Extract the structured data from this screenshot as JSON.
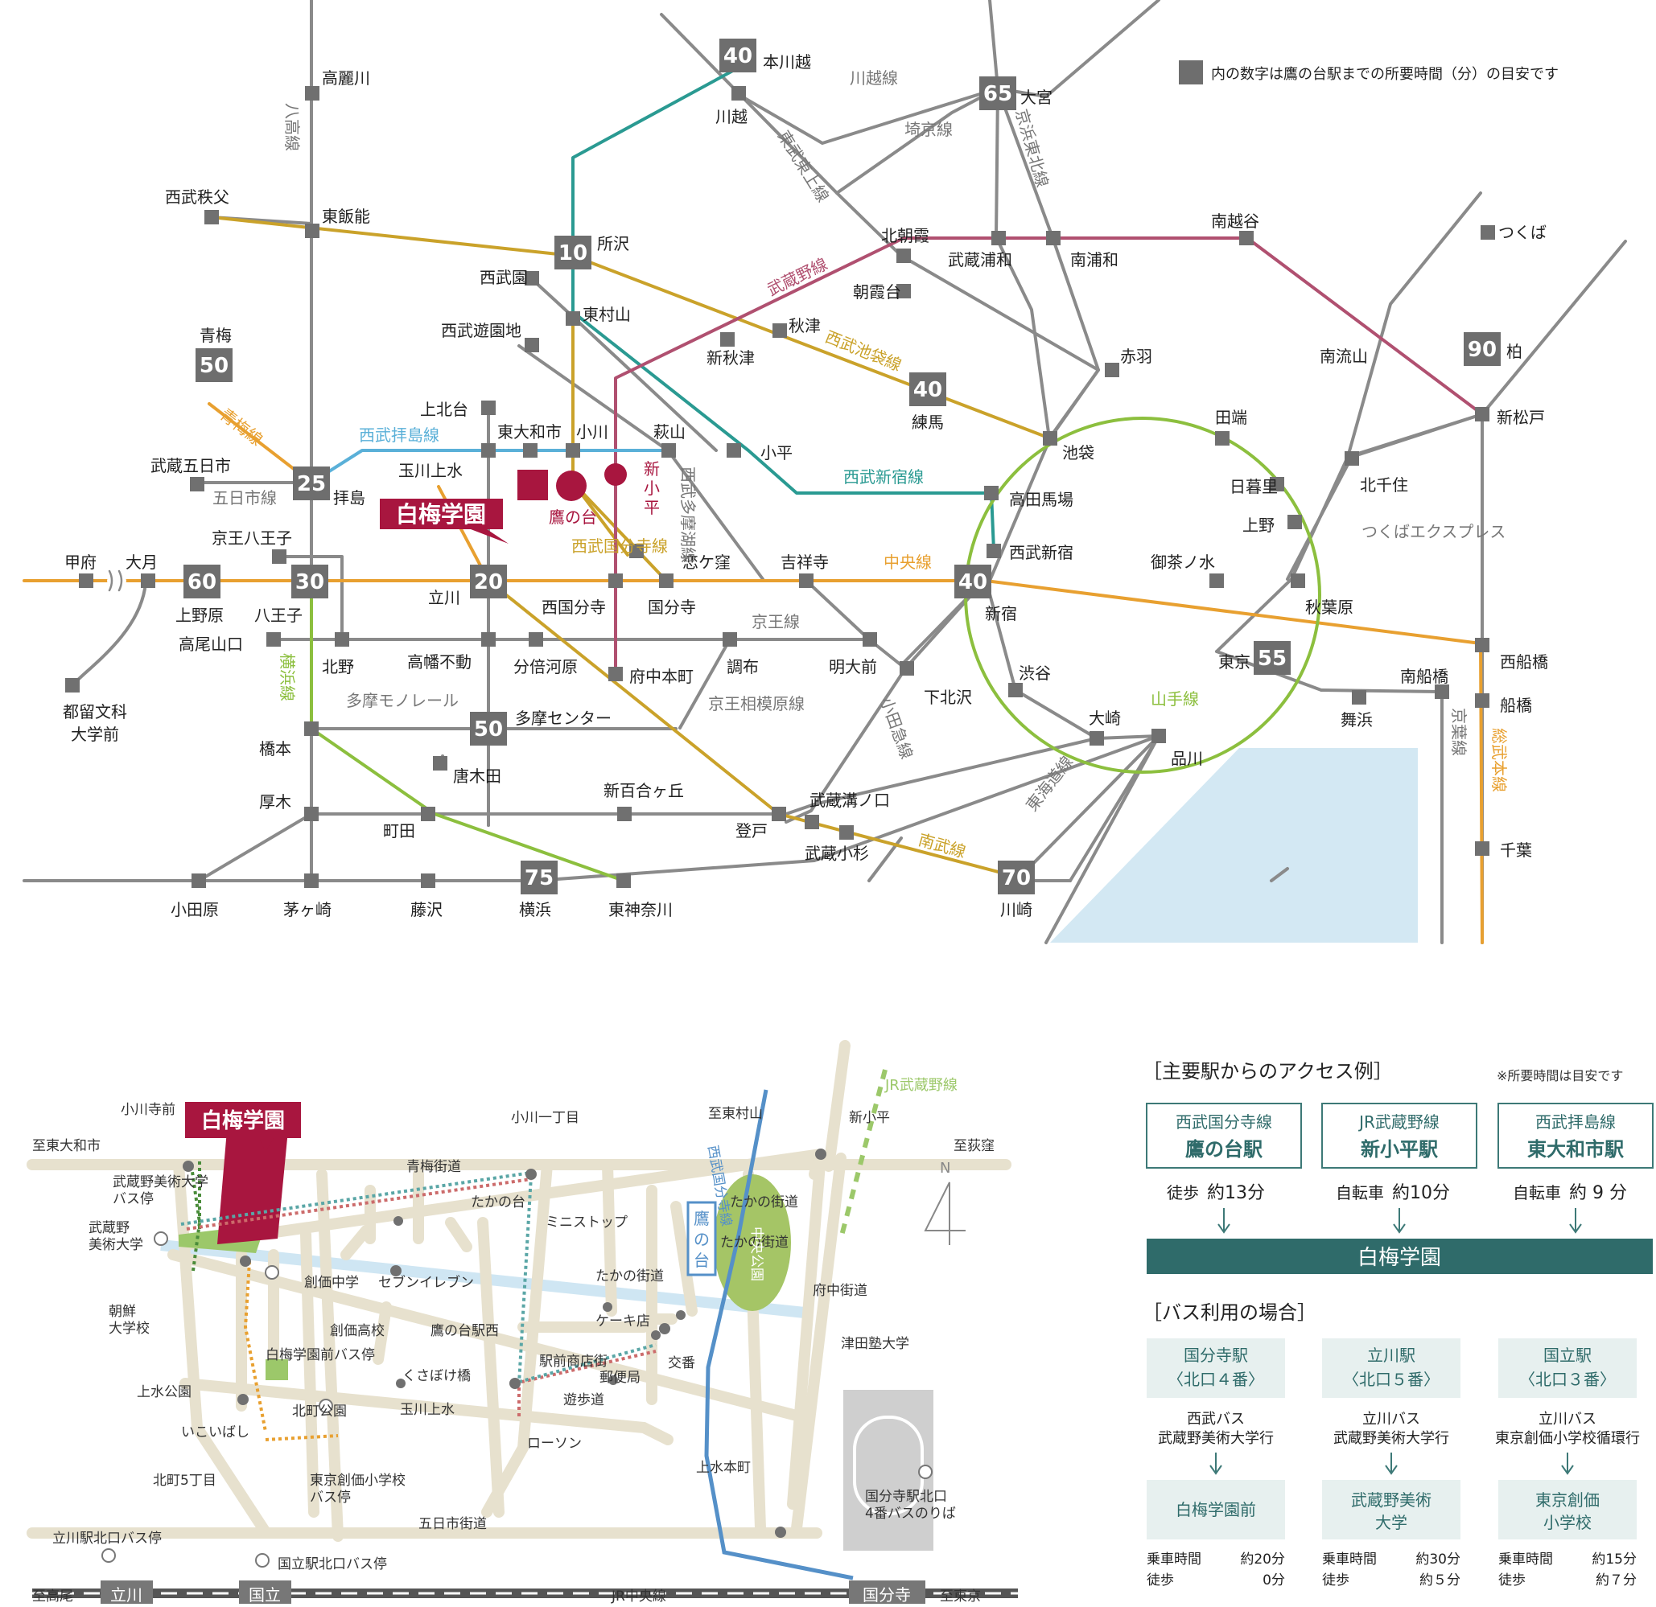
{
  "legend": {
    "text": "内の数字は鷹の台駅までの所要時間（分）の目安です"
  },
  "school": {
    "name": "白梅学園",
    "station": "鷹の台",
    "shin_kodaira": "新小平"
  },
  "badges": [
    "40",
    "65",
    "10",
    "50",
    "90",
    "40",
    "25",
    "20",
    "60",
    "30",
    "40",
    "55",
    "50",
    "75",
    "70"
  ],
  "stations": {
    "hon_kawagoe": "本川越",
    "kawagoe": "川越",
    "omiya": "大宮",
    "komagawa": "高麗川",
    "seibu_chichibu": "西武秩父",
    "higashi_hanno": "東飯能",
    "tokorozawa": "所沢",
    "seibuen": "西武園",
    "higashi_murayama": "東村山",
    "seibu_yuenchi": "西武遊園地",
    "ome": "青梅",
    "kita_asaka": "北朝霞",
    "asakadai": "朝霞台",
    "musashi_urawa": "武蔵浦和",
    "minami_urawa": "南浦和",
    "minami_koshigaya": "南越谷",
    "tsukuba": "つくば",
    "akitsu": "秋津",
    "shin_akitsu": "新秋津",
    "akabane": "赤羽",
    "minami_nagareyama": "南流山",
    "kashiwa": "柏",
    "nerima": "練馬",
    "ikebukuro": "池袋",
    "tabata": "田端",
    "shin_matsudo": "新松戸",
    "kamikitadai": "上北台",
    "higashi_yamato": "東大和市",
    "ogawa": "小川",
    "hagiyama": "萩山",
    "kodaira": "小平",
    "musashi_itsukaichi": "武蔵五日市",
    "tamagawa_josui": "玉川上水",
    "haijima": "拝島",
    "takadanobaba": "高田馬場",
    "nippori": "日暮里",
    "kita_senju": "北千住",
    "ueno": "上野",
    "seibu_shinjuku": "西武新宿",
    "keio_hachioji": "京王八王子",
    "koigakubo": "恋ケ窪",
    "kichijoji": "吉祥寺",
    "ochanomizu": "御茶ノ水",
    "akihabara": "秋葉原",
    "kofu": "甲府",
    "otsuki": "大月",
    "tachikawa": "立川",
    "nishi_kokubunji": "西国分寺",
    "kokubunji": "国分寺",
    "shinjuku": "新宿",
    "uenohara": "上野原",
    "hachioji": "八王子",
    "takaosanguchi": "高尾山口",
    "kitano": "北野",
    "takahata_fudo": "高幡不動",
    "bubaigawara": "分倍河原",
    "fuchu_hommachi": "府中本町",
    "chofu": "調布",
    "meidaimae": "明大前",
    "tokyo": "東京",
    "nishi_funabashi": "西船橋",
    "shimokitazawa": "下北沢",
    "shibuya": "渋谷",
    "maihama": "舞浜",
    "minami_funabashi": "南船橋",
    "funabashi": "船橋",
    "tsuru_bunka": "都留文科",
    "tsuru_bunka2": "大学前",
    "tama_center": "多摩センター",
    "osaki": "大崎",
    "shinagawa": "品川",
    "hashimoto": "橋本",
    "karakida": "唐木田",
    "shin_yurigaoka": "新百合ヶ丘",
    "musashi_mizonokuchi": "武蔵溝ノ口",
    "atsugi": "厚木",
    "machida": "町田",
    "noborito": "登戸",
    "musashi_kosugi": "武蔵小杉",
    "chiba": "千葉",
    "odawara": "小田原",
    "chigasaki": "茅ヶ崎",
    "fujisawa": "藤沢",
    "yokohama": "横浜",
    "higashi_kanagawa": "東神奈川",
    "kawasaki": "川崎"
  },
  "lines": {
    "kawagoe": "川越線",
    "saikyo": "埼京線",
    "tobu_tojo": "東武東上線",
    "keihin_tohoku": "京浜東北線",
    "hachiko": "八高線",
    "musashino": "武蔵野線",
    "seibu_ikebukuro": "西武池袋線",
    "ome": "青梅線",
    "seibu_haijima": "西武拝島線",
    "seibu_shinjuku": "西武新宿線",
    "tamako": "西武多摩湖線",
    "seibu_kokubunji": "西武国分寺線",
    "itsukaichi": "五日市線",
    "chuo": "中央線",
    "tsukuba_ex": "つくばエクスプレス",
    "keio": "京王線",
    "yokohama": "横浜線",
    "tama_monorail": "多摩モノレール",
    "keio_sagamihara": "京王相模原線",
    "odakyu": "小田急線",
    "yamanote": "山手線",
    "keiyo": "京葉線",
    "sobu": "総武本線",
    "tokaido": "東海道線",
    "nambu": "南武線"
  },
  "local_map": {
    "streets": {
      "ome_kaido": "青梅街道",
      "takanodai_kaido": "たかの街道",
      "gonichi_kaido": "五日市街道",
      "fuchu_kaido": "府中街道",
      "yuhodo": "遊歩道",
      "tamagawa_josui": "玉川上水",
      "ekimae": "駅前商店街"
    },
    "directions": {
      "to_higashiyamato": "至東大和市",
      "to_ogikubo": "至荻窪",
      "to_higashimurayama": "至東村山",
      "to_takao": "至高尾",
      "to_tokyo": "至東京"
    },
    "lines": {
      "jr_musashino": "JR武蔵野線",
      "seibu_kokubunji": "西武国分寺線",
      "jr_chuo": "JR中央線"
    },
    "places": {
      "ogawadera_mae": "小川寺前",
      "ogawa_1": "小川一丁目",
      "higashimurayama": "至東村山",
      "shin_kodaira": "新小平",
      "musabi_bus": "武蔵野美術大学",
      "musabi_bus2": "バス停",
      "musabi": "武蔵野",
      "musabi2": "美術大学",
      "takanodai": "たかの台",
      "ministop": "ミニストップ",
      "takanodai_kaido_bus": "たかの街道",
      "soka_chu": "創価中学",
      "seven": "セブンイレブン",
      "chosen_univ": "朝鮮",
      "chosen_univ2": "大学校",
      "soka_ko": "創価高校",
      "takanodai_nishi": "鷹の台駅西",
      "cake": "ケーキ店",
      "koban": "交番",
      "shirauma_bus": "白梅学園前バス停",
      "kusabokebashi": "くさぼけ橋",
      "yubinkyoku": "郵便局",
      "tsuda": "津田塾大学",
      "josui_park": "上水公園",
      "ikoibashi": "いこいばし",
      "kitamachi_park": "北町公園",
      "lawson": "ローソン",
      "josui_honmachi": "上水本町",
      "kitamachi_5": "北町5丁目",
      "soka_elem": "東京創価小学校",
      "soka_elem2": "バス停",
      "kokubunji_bus": "国分寺駅北口",
      "kokubunji_bus2": "4番バスのりば",
      "tachikawa_bus": "立川駅北口バス停",
      "kunitachi_bus": "国立駅北口バス停",
      "central_park": "中央公園",
      "tachikawa": "立川",
      "kunitachi": "国立",
      "kokubunji": "国分寺",
      "takanodai_st": "鷹の台",
      "north": "N"
    }
  },
  "access": {
    "title": "［主要駅からのアクセス例］",
    "note": "※所要時間は目安です",
    "routes": [
      {
        "line": "西武国分寺線",
        "station": "鷹の台駅",
        "mode": "徒歩",
        "time": "約13分"
      },
      {
        "line": "JR武蔵野線",
        "station": "新小平駅",
        "mode": "自転車",
        "time": "約10分"
      },
      {
        "line": "西武拝島線",
        "station": "東大和市駅",
        "mode": "自転車",
        "time": "約 9 分"
      }
    ],
    "destination": "白梅学園"
  },
  "bus": {
    "title": "［バス利用の場合］",
    "routes": [
      {
        "from1": "国分寺駅",
        "from2": "〈北口４番〉",
        "bus1": "西武バス",
        "bus2": "武蔵野美術大学行",
        "to1": "白梅学園前",
        "to2": "",
        "ride_label": "乗車時間",
        "ride": "約20分",
        "walk_label": "徒歩",
        "walk": "0分"
      },
      {
        "from1": "立川駅",
        "from2": "〈北口５番〉",
        "bus1": "立川バス",
        "bus2": "武蔵野美術大学行",
        "to1": "武蔵野美術",
        "to2": "大学",
        "ride_label": "乗車時間",
        "ride": "約30分",
        "walk_label": "徒歩",
        "walk": "約５分"
      },
      {
        "from1": "国立駅",
        "from2": "〈北口３番〉",
        "bus1": "立川バス",
        "bus2": "東京創価小学校循環行",
        "to1": "東京創価",
        "to2": "小学校",
        "ride_label": "乗車時間",
        "ride": "約15分",
        "walk_label": "徒歩",
        "walk": "約７分"
      }
    ]
  }
}
